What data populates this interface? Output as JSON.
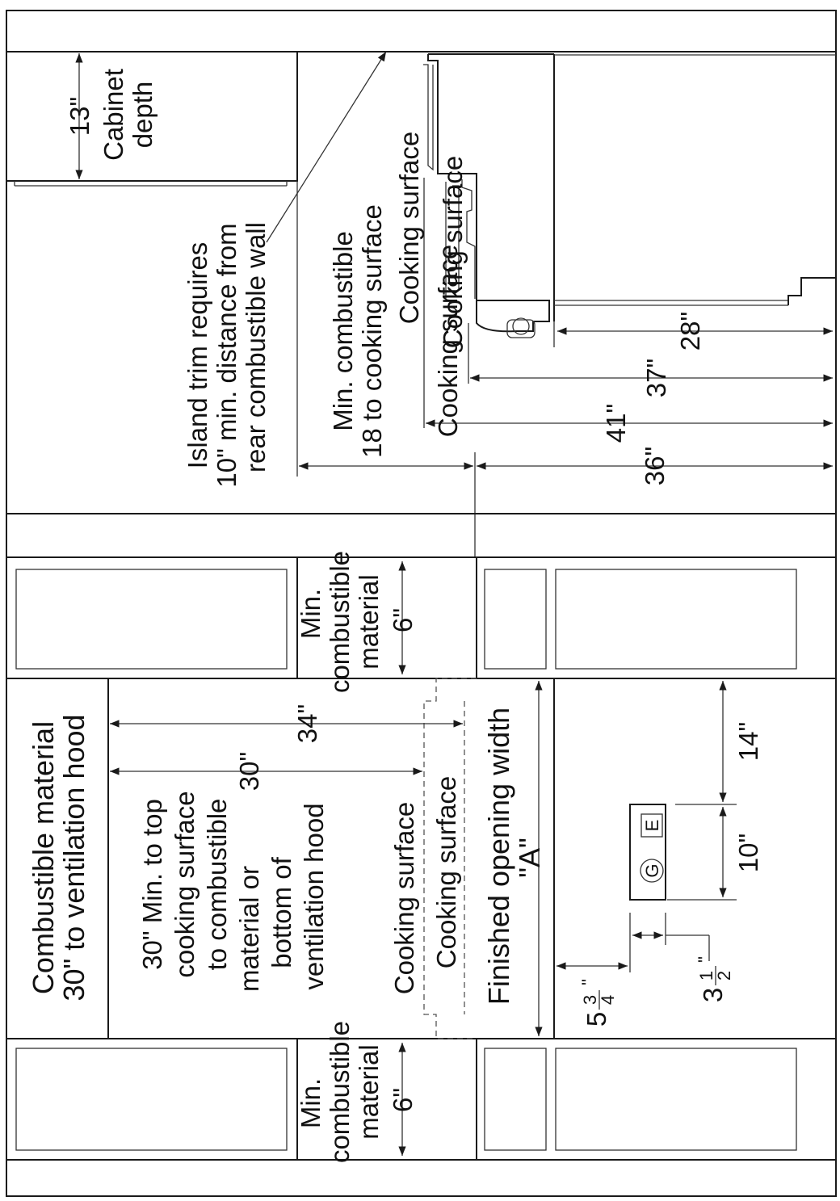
{
  "labels": {
    "cabinet_dim": "13\"",
    "cabinet_depth_1": "Cabinet",
    "cabinet_depth_2": "depth",
    "island_1": "Island trim requires",
    "island_2": "10\" min. distance from",
    "island_3": "rear combustible wall",
    "min_comb_side_1": "Min. combustible",
    "min_comb_side_2": "18 to cooking surface",
    "cooking_a": "Cooking surface",
    "cooking_b": "Cooking surface",
    "cooking_c": "Cooking surface",
    "dim_28": "28\"",
    "dim_37": "37\"",
    "dim_41": "41\"",
    "dim_36": "36\"",
    "min_comb_right_1": "Min.",
    "min_comb_right_2": "combustible",
    "min_comb_right_3": "material",
    "dim_6_right": "6\"",
    "hood_1": "Combustible material",
    "hood_2": "30\" to ventilation hood",
    "top_1": "30\" Min. to top",
    "top_2": "cooking surface",
    "top_3": "to combustible",
    "top_4": "material or",
    "top_5": "bottom of",
    "top_6": "ventilation hood",
    "dim_30": "30\"",
    "dim_34": "34\"",
    "cooking_d": "Cooking surface",
    "cooking_e": "Cooking surface",
    "finished_1": "Finished opening width",
    "finished_2": "\"A\"",
    "dim_14": "14\"",
    "dim_10": "10\"",
    "outlet_g": "G",
    "outlet_e": "E",
    "dim_5_whole": "5",
    "dim_5_num": "3",
    "dim_5_den": "4",
    "dim_5_unit": "\"",
    "dim_3_whole": "3",
    "dim_3_num": "1",
    "dim_3_den": "2",
    "dim_3_unit": "\"",
    "min_comb_left_1": "Min.",
    "min_comb_left_2": "combustible",
    "min_comb_left_3": "material",
    "dim_6_left": "6\""
  }
}
